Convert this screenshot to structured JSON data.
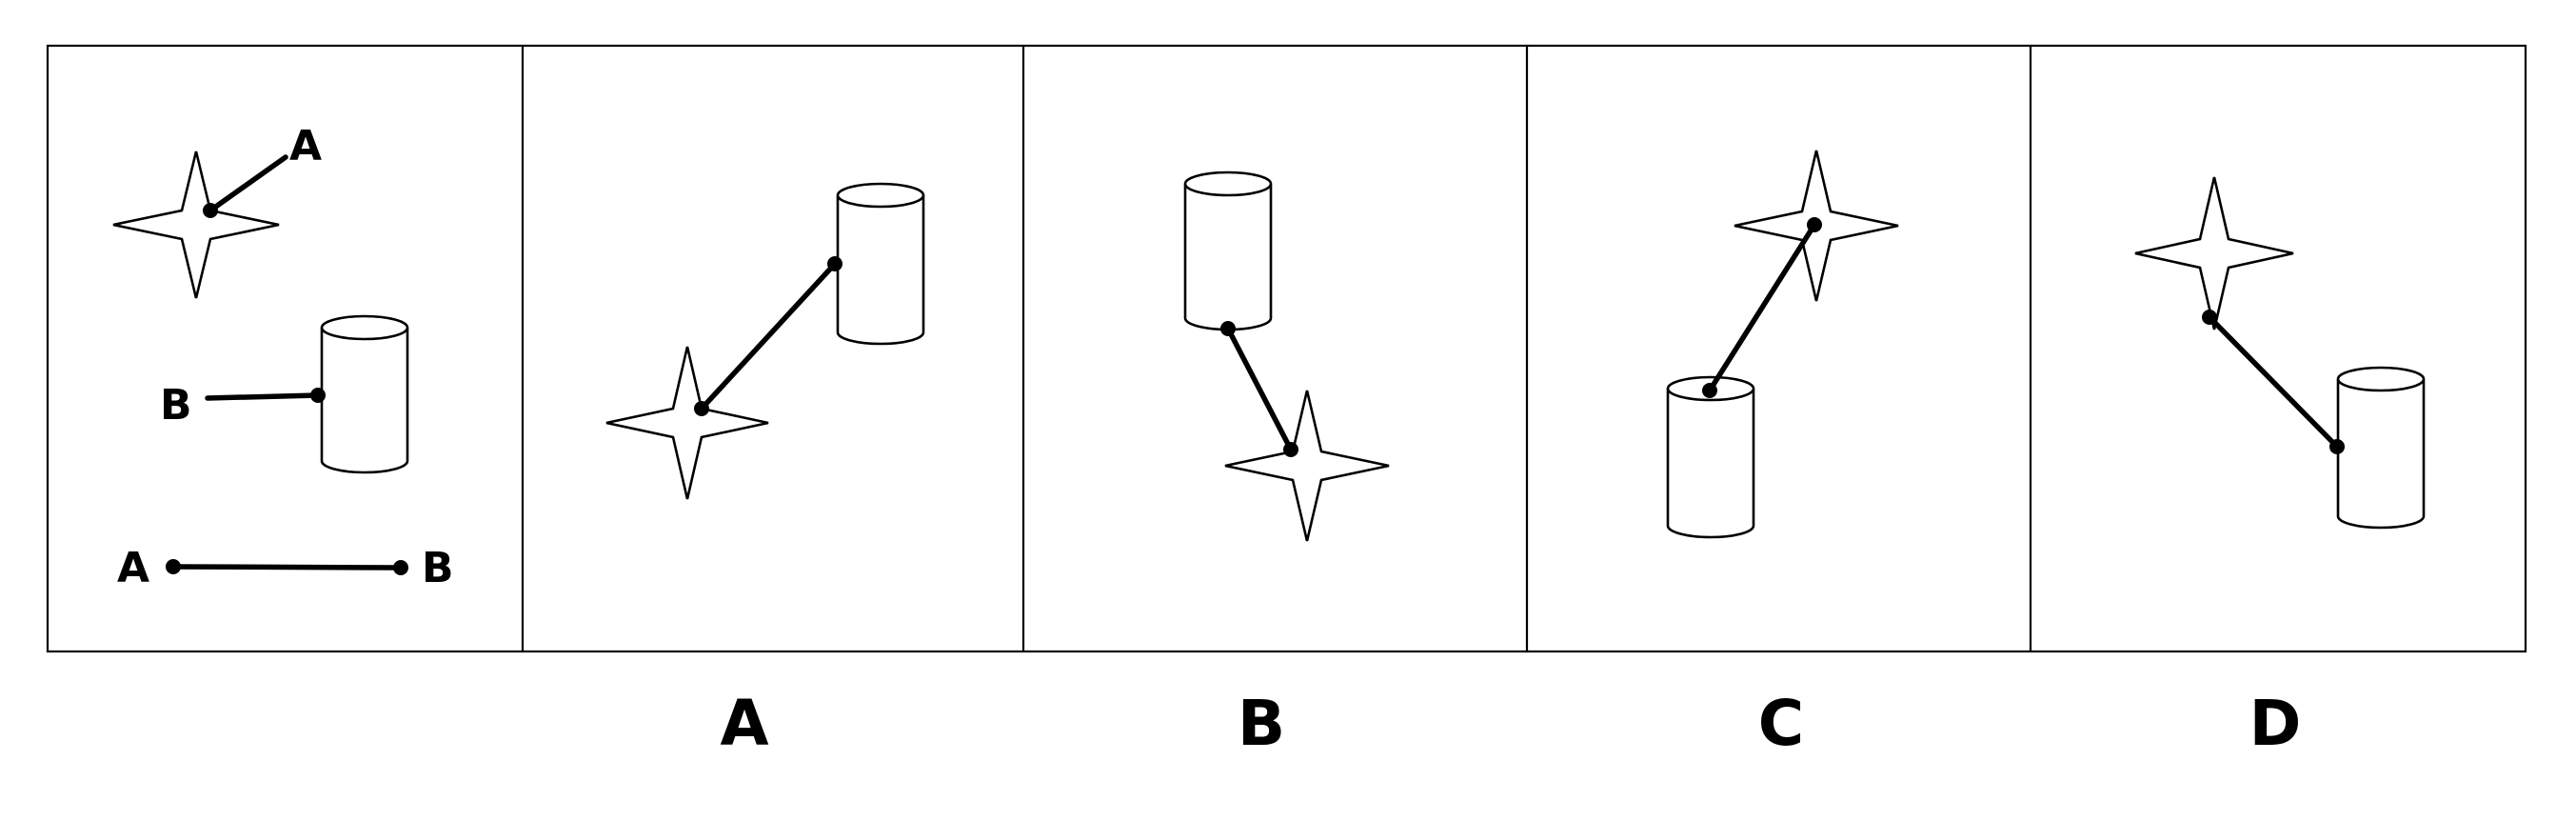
{
  "legend_panel": {
    "star_endpoint_label": "A",
    "cylinder_endpoint_label": "B",
    "segment_start_label": "A",
    "segment_end_label": "B"
  },
  "options": [
    {
      "label": "A"
    },
    {
      "label": "B"
    },
    {
      "label": "C"
    },
    {
      "label": "D"
    }
  ],
  "colors": {
    "stroke": "#000000",
    "background": "#ffffff"
  }
}
